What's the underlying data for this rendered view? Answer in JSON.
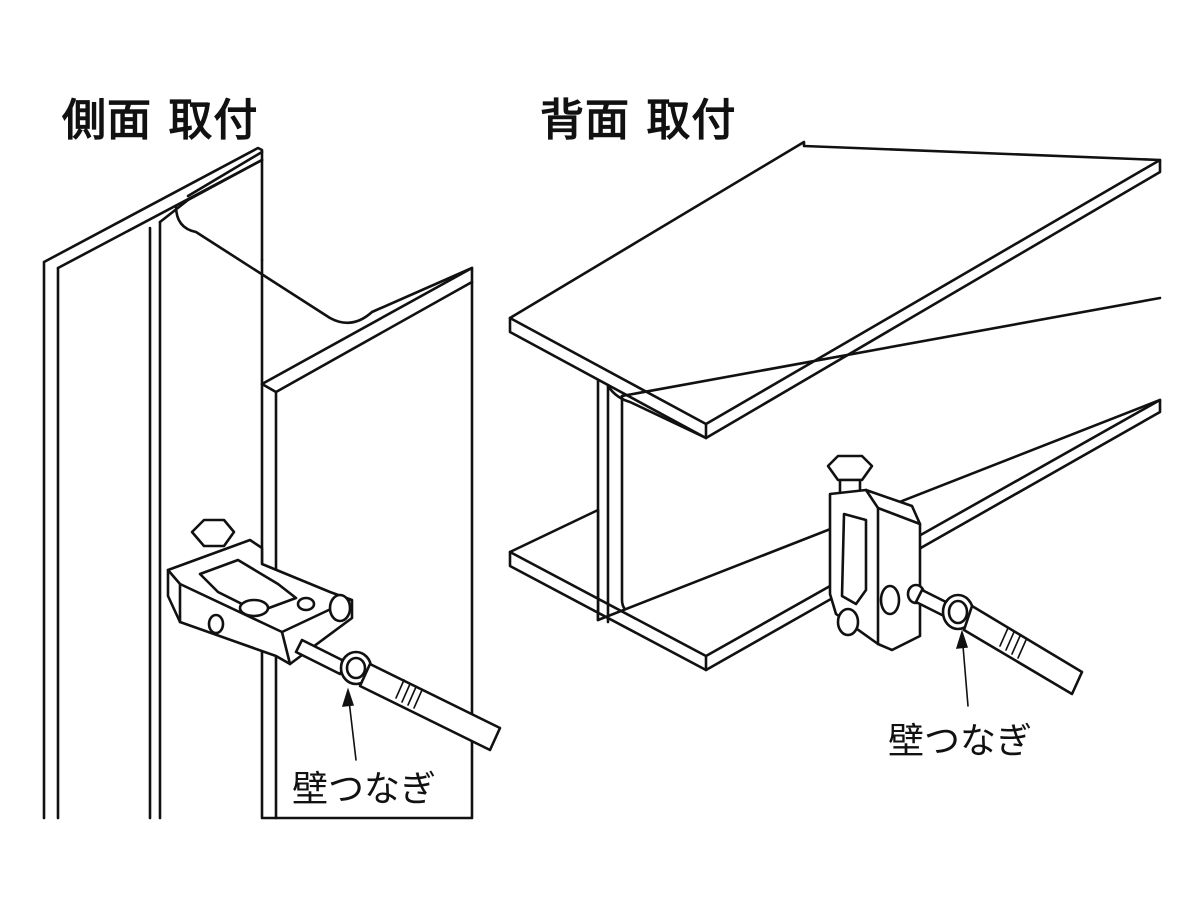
{
  "side_mount": {
    "title": "側面 取付",
    "callout": "壁つなぎ"
  },
  "back_mount": {
    "title": "背面 取付",
    "callout": "壁つなぎ"
  }
}
